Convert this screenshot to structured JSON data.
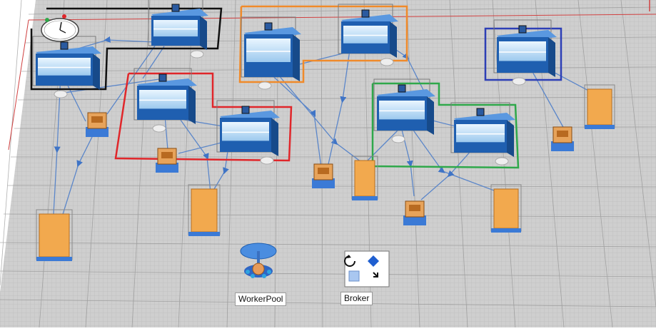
{
  "app": {
    "view": "3D model view"
  },
  "resources": {
    "worker_pool_label": "WorkerPool",
    "broker_label": "Broker"
  },
  "colors": {
    "floor": "#c9c9c9",
    "grid_line": "#9c9c9c",
    "machine_body": "#1f5fb0",
    "machine_stripe": "#d6ecfa",
    "buffer": "#e7a35a",
    "queue": "#f2a94e",
    "link": "#5b86c9",
    "cell_black": "#111111",
    "cell_red": "#e0262a",
    "cell_orange": "#f08a2a",
    "cell_green": "#2fa84a",
    "cell_blue": "#2d3fb6",
    "clock_face": "#ffffff"
  },
  "icons": {
    "clock": "clock-icon",
    "worker_pool": "worker-pool-icon",
    "broker": "broker-icon"
  }
}
